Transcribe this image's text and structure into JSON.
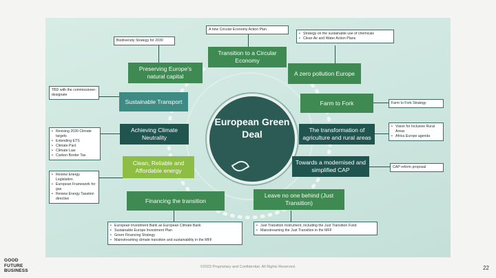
{
  "diagram": {
    "center_title": "European Green Deal",
    "nodes": {
      "circular_economy": "Transition to a Circular Economy",
      "natural_capital": "Preserving Europe's natural capital",
      "zero_pollution": "A zero pollution Europe",
      "sustainable_transport": "Sustainable Transport",
      "farm_to_fork": "Farm to Fork",
      "climate_neutrality": "Achieving Climate Neutrality",
      "agriculture_rural": "The transformation of agriculture and rural areas",
      "clean_energy": "Clean, Reliable and Affordable energy",
      "modernised_cap": "Towards a modernised and simplified CAP",
      "financing": "Financing the transition",
      "leave_no_one": "Leave no one behind (Just Transition)"
    },
    "callouts": {
      "circular_economy": [
        "A new Circular Economy Action Plan"
      ],
      "natural_capital": [
        "Biodiversity Strategy for 2030"
      ],
      "zero_pollution": [
        "Strategy on the sustainable use of chemicals",
        "Clean Air and Water Action Plans"
      ],
      "sustainable_transport": [
        "TBD with the commissioner-designate"
      ],
      "farm_to_fork": [
        "Farm to Fork Strategy"
      ],
      "climate_neutrality": [
        "Revising 2030 Climate targets",
        "Extending ETS",
        "Climate Pact",
        "Climate Law",
        "Carbon Border Tax"
      ],
      "agriculture_rural": [
        "Vision for Inclusive Rural Areas",
        "Africa Europe agenda"
      ],
      "clean_energy": [
        "Review Energy Legislation",
        "European Framework for gas",
        "Review Energy Taxation directive"
      ],
      "modernised_cap": [
        "CAP reform proposal"
      ],
      "financing": [
        "European Investment Bank as European Climate Bank",
        "Sustainable Europe Investment Plan",
        "Green Financing Strategy",
        "Mainstreaming climate transition and sustainability in the MFF"
      ],
      "leave_no_one": [
        "Just Transition Instrument, including the Just Transition Fund",
        "Mainstreaming the Just Transition in the MFF"
      ]
    }
  },
  "footer": {
    "copyright": "©2023 Proprietary and Confidential. All Rights Reserved.",
    "page_number": "22",
    "logo_lines": [
      "GOOD",
      "FUTURE",
      "BUSINESS"
    ]
  },
  "colors": {
    "background": "#cde6df",
    "center": "#2c5a54",
    "green_box": "#3f8a53",
    "teal_box": "#3e8a84",
    "dark_box": "#1f544f",
    "lime_box": "#8ebd43"
  }
}
